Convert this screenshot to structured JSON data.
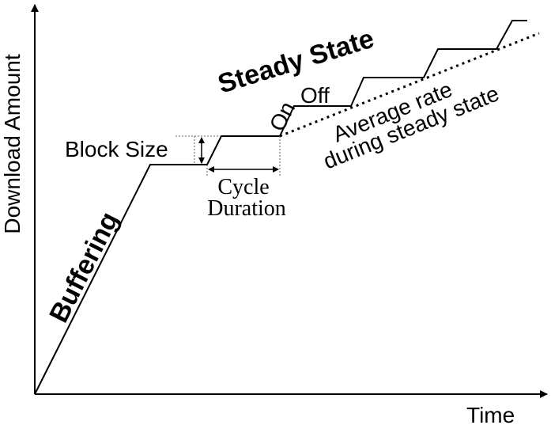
{
  "axes": {
    "y_label": "Download Amount",
    "x_label": "Time"
  },
  "labels": {
    "buffering": "Buffering",
    "steady_state": "Steady State",
    "block_size": "Block Size",
    "cycle_line1": "Cycle",
    "cycle_line2": "Duration",
    "on": "On",
    "off": "Off",
    "average_line1": "Average rate",
    "average_line2": "during steady state"
  },
  "colors": {
    "line": "#000000",
    "background": "#ffffff",
    "guide": "#666666"
  }
}
